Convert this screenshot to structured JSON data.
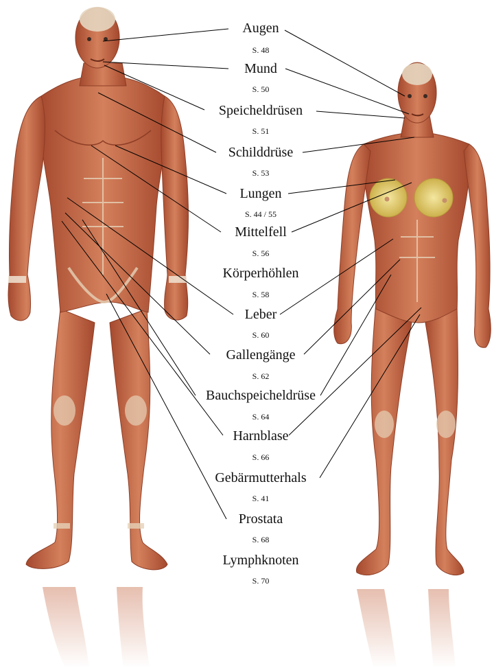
{
  "labels": [
    {
      "organ": "Augen",
      "page": "S. 48"
    },
    {
      "organ": "Mund",
      "page": "S. 50"
    },
    {
      "organ": "Speicheldrüsen",
      "page": "S. 51"
    },
    {
      "organ": "Schilddrüse",
      "page": "S. 53"
    },
    {
      "organ": "Lungen",
      "page": "S. 44 / 55"
    },
    {
      "organ": "Mittelfell",
      "page": "S. 56"
    },
    {
      "organ": "Körperhöhlen",
      "page": "S. 58"
    },
    {
      "organ": "Leber",
      "page": "S. 60"
    },
    {
      "organ": "Gallengänge",
      "page": "S. 62"
    },
    {
      "organ": "Bauchspeicheldrüse",
      "page": "S. 64"
    },
    {
      "organ": "Harnblase",
      "page": "S. 66"
    },
    {
      "organ": "Gebärmutterhals",
      "page": "S. 41"
    },
    {
      "organ": "Prostata",
      "page": "S. 68"
    },
    {
      "organ": "Lymphknoten",
      "page": "S. 70"
    }
  ],
  "colors": {
    "skin": "#c8704e",
    "muscle_dark": "#a04a30",
    "tendon": "#e6d2b8",
    "breast": "#e6cf6a",
    "line": "#000000",
    "text": "#111111"
  }
}
